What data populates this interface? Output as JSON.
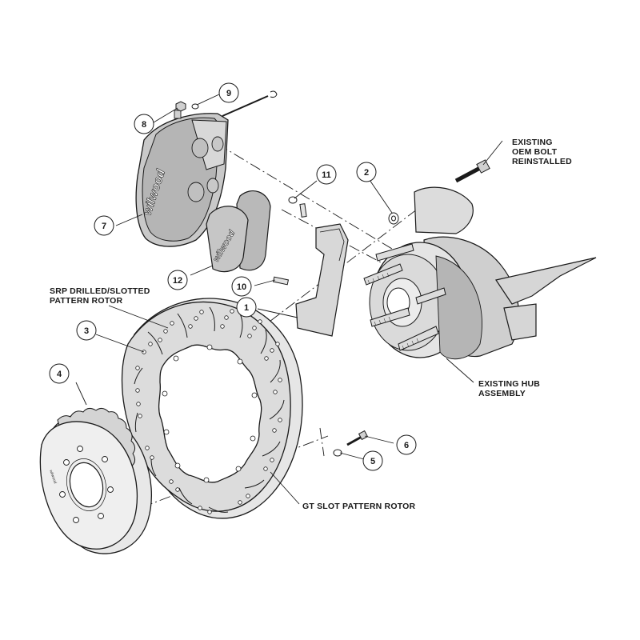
{
  "diagram": {
    "callouts": [
      {
        "id": "1",
        "number": "1"
      },
      {
        "id": "2",
        "number": "2"
      },
      {
        "id": "3",
        "number": "3"
      },
      {
        "id": "4",
        "number": "4"
      },
      {
        "id": "5",
        "number": "5"
      },
      {
        "id": "6",
        "number": "6"
      },
      {
        "id": "7",
        "number": "7"
      },
      {
        "id": "8",
        "number": "8"
      },
      {
        "id": "9",
        "number": "9"
      },
      {
        "id": "10",
        "number": "10"
      },
      {
        "id": "11",
        "number": "11"
      },
      {
        "id": "12",
        "number": "12"
      }
    ],
    "labels": {
      "existing_oem_bolt": [
        "EXISTING",
        "OEM BOLT",
        "REINSTALLED"
      ],
      "srp_rotor": [
        "SRP DRILLED/SLOTTED",
        "PATTERN ROTOR"
      ],
      "existing_hub": [
        "EXISTING HUB",
        "ASSEMBLY"
      ],
      "gt_slot_rotor": [
        "GT SLOT PATTERN ROTOR"
      ]
    },
    "brand_marks": {
      "caliper_logo": "wilwood",
      "pad_logo": "wilwood",
      "hat_logo": "wilwood"
    },
    "colors": {
      "line": "#1a1a1a",
      "part_fill": "#d0d0d0",
      "part_shade": "#a8a8a8",
      "background": "#ffffff"
    }
  }
}
